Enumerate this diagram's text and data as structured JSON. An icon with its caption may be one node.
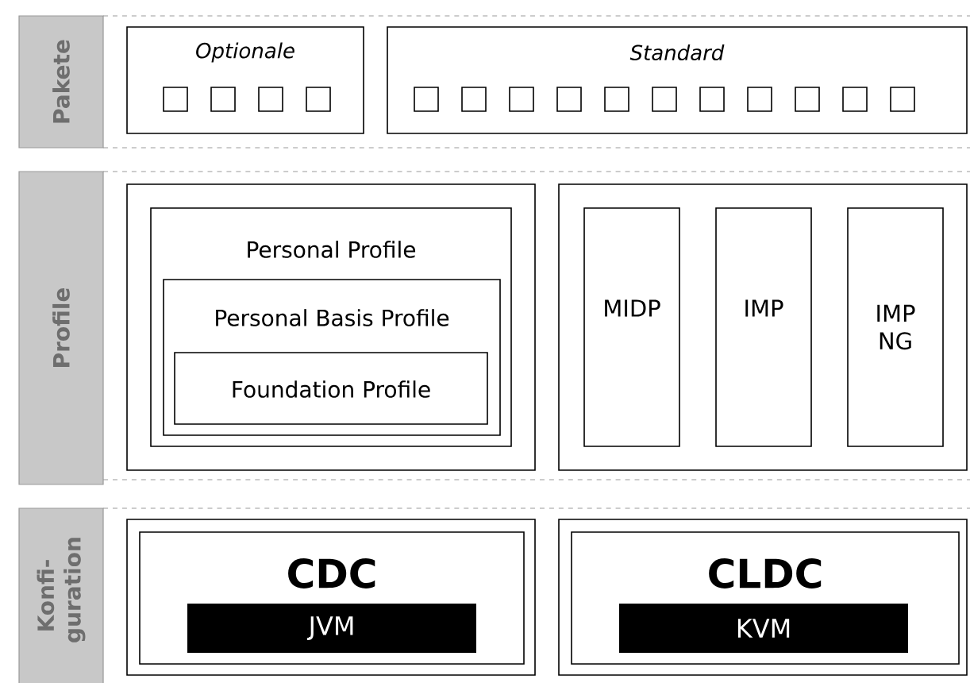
{
  "diagram": {
    "nodes": [
      {
        "text": [
          "Pakete"
        ]
      },
      {
        "text": [
          "*Optionale*"
        ]
      },
      {
        "text": [],
        "shape": "box",
        "in": 1
      },
      {
        "text": [],
        "shape": "box",
        "in": 1
      },
      {
        "text": [],
        "shape": "box",
        "in": 1
      },
      {
        "text": [],
        "shape": "box",
        "in": 1
      },
      {
        "text": [
          "*Standard*"
        ]
      },
      {
        "text": [],
        "shape": "box",
        "in": 6
      },
      {
        "text": [],
        "shape": "box",
        "in": 6
      },
      {
        "text": [],
        "shape": "box",
        "in": 6
      },
      {
        "text": [],
        "shape": "box",
        "in": 6
      },
      {
        "text": [],
        "shape": "box",
        "in": 6
      },
      {
        "text": [],
        "shape": "box",
        "in": 6
      },
      {
        "text": [],
        "shape": "box",
        "in": 6
      },
      {
        "text": [],
        "shape": "box",
        "in": 6
      },
      {
        "text": [],
        "shape": "box",
        "in": 6
      },
      {
        "text": [],
        "shape": "box",
        "in": 6
      },
      {
        "text": [],
        "shape": "box",
        "in": 6
      },
      {
        "text": [
          "Profile"
        ]
      },
      {
        "text": [],
        "shape": "box"
      },
      {
        "text": [
          "Personal Profile"
        ],
        "in": 19
      },
      {
        "text": [
          "Personal Basis Profile"
        ],
        "in": 20
      },
      {
        "text": [
          "Foundation Profile"
        ],
        "in": 21
      },
      {
        "text": [],
        "shape": "box"
      },
      {
        "text": [
          "MIDP"
        ],
        "in": 23
      },
      {
        "text": [
          "IMP"
        ],
        "in": 23
      },
      {
        "text": [
          "IMP NG"
        ],
        "in": 23
      },
      {
        "text": [
          "Konfi- guration"
        ]
      },
      {
        "text": [],
        "shape": "box"
      },
      {
        "text": [
          "**CDC**"
        ],
        "in": 28
      },
      {
        "text": [
          "JVM"
        ],
        "in": 29
      },
      {
        "text": [],
        "shape": "box"
      },
      {
        "text": [
          "**CLDC**"
        ],
        "in": 31
      },
      {
        "text": [
          "KVM"
        ],
        "in": 32
      }
    ]
  }
}
